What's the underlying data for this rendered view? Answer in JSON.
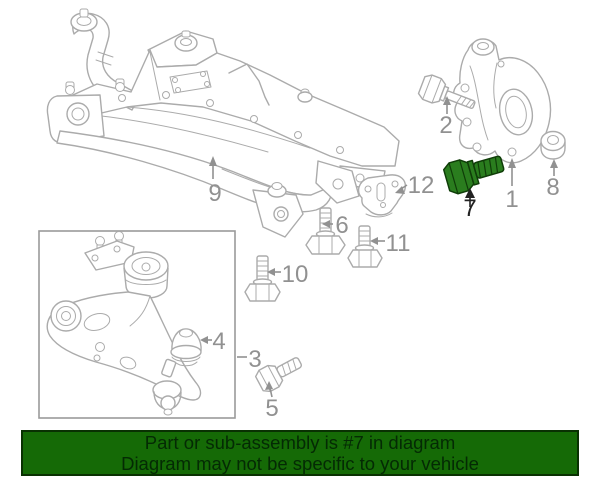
{
  "diagram": {
    "highlighted_callout": "7",
    "callouts": {
      "c1": "1",
      "c2": "2",
      "c3": "3",
      "c4": "4",
      "c5": "5",
      "c6": "6",
      "c7": "7",
      "c8": "8",
      "c9": "9",
      "c10": "10",
      "c11": "11",
      "c12": "12"
    },
    "colors": {
      "line_art": "#ababab",
      "callout_text": "#919191",
      "highlight_text": "#222222",
      "highlight_fill": "#2a7d1e",
      "highlight_outline": "#0f3d08"
    }
  },
  "banner": {
    "line1": "Part or sub-assembly is #7 in diagram",
    "line2": "Diagram may not be specific to your vehicle",
    "colors": {
      "background": "#156a06",
      "border": "#093102",
      "text": "#042a04"
    }
  }
}
